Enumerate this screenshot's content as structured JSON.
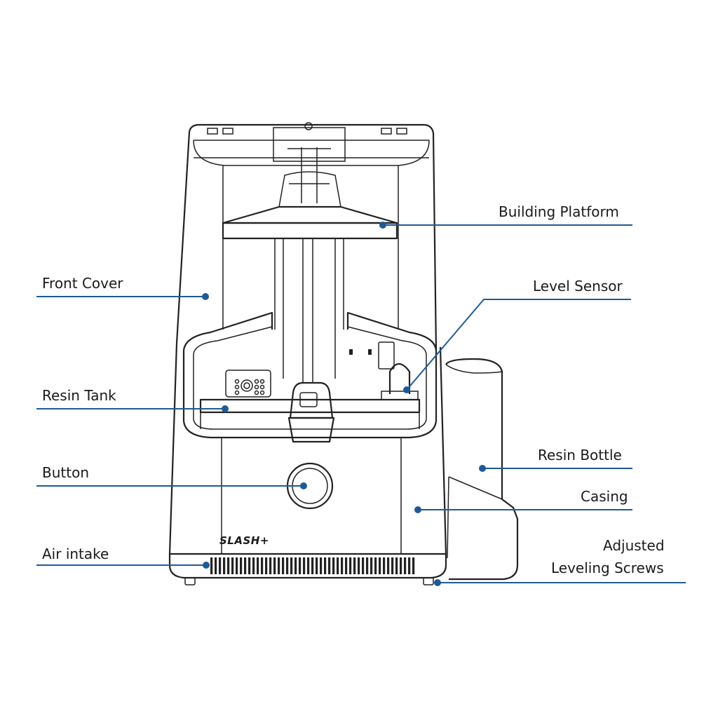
{
  "colors": {
    "callout": "#1f5a94",
    "outline": "#222222"
  },
  "device": {
    "logo": "SLASH+"
  },
  "labels": {
    "front_cover": "Front Cover",
    "resin_tank": "Resin Tank",
    "button": "Button",
    "air_intake": "Air intake",
    "building_platform": "Building Platform",
    "level_sensor": "Level Sensor",
    "resin_bottle": "Resin Bottle",
    "casing": "Casing",
    "leveling_screws_line1": "Adjusted",
    "leveling_screws_line2": "Leveling Screws"
  }
}
